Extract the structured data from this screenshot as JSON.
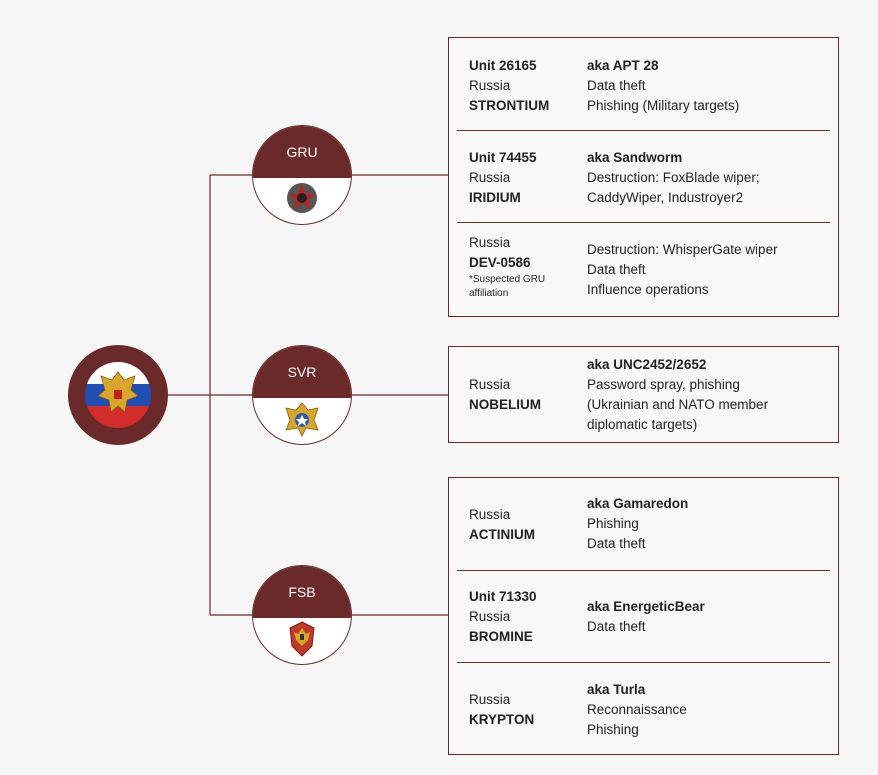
{
  "agencies": [
    {
      "name": "GRU"
    },
    {
      "name": "SVR"
    },
    {
      "name": "FSB"
    }
  ],
  "gru": {
    "actors": [
      {
        "unit": "Unit 26165",
        "country": "Russia",
        "name": "STRONTIUM",
        "aka": "aka APT 28",
        "details": [
          "Data theft",
          "Phishing (Military targets)"
        ]
      },
      {
        "unit": "Unit 74455",
        "country": "Russia",
        "name": "IRIDIUM",
        "aka": "aka Sandworm",
        "details": [
          "Destruction: FoxBlade wiper;",
          "CaddyWiper, Industroyer2"
        ]
      },
      {
        "country": "Russia",
        "name": "DEV-0586",
        "note": "*Suspected GRU affiliation",
        "details": [
          "Destruction: WhisperGate wiper",
          "Data theft",
          "Influence operations"
        ]
      }
    ]
  },
  "svr": {
    "actors": [
      {
        "country": "Russia",
        "name": "NOBELIUM",
        "aka": "aka UNC2452/2652",
        "details": [
          "Password spray, phishing",
          "(Ukrainian and NATO member",
          "diplomatic targets)"
        ]
      }
    ]
  },
  "fsb": {
    "actors": [
      {
        "country": "Russia",
        "name": "ACTINIUM",
        "aka": "aka Gamaredon",
        "details": [
          "Phishing",
          "Data theft"
        ]
      },
      {
        "unit": "Unit 71330",
        "country": "Russia",
        "name": "BROMINE",
        "aka": "aka EnergeticBear",
        "details": [
          "Data theft"
        ]
      },
      {
        "country": "Russia",
        "name": "KRYPTON",
        "aka": "aka Turla",
        "details": [
          "Reconnaissance",
          "Phishing"
        ]
      }
    ]
  },
  "colors": {
    "primary": "#6b2a2a",
    "flag_white": "#ffffff",
    "flag_blue": "#1f4fb4",
    "flag_red": "#d42b2b",
    "emblem_gold": "#d8a72a"
  },
  "icons": {
    "country": "russia-flag-emblem-icon",
    "gru": "gru-emblem-icon",
    "svr": "svr-emblem-icon",
    "fsb": "fsb-emblem-icon"
  }
}
